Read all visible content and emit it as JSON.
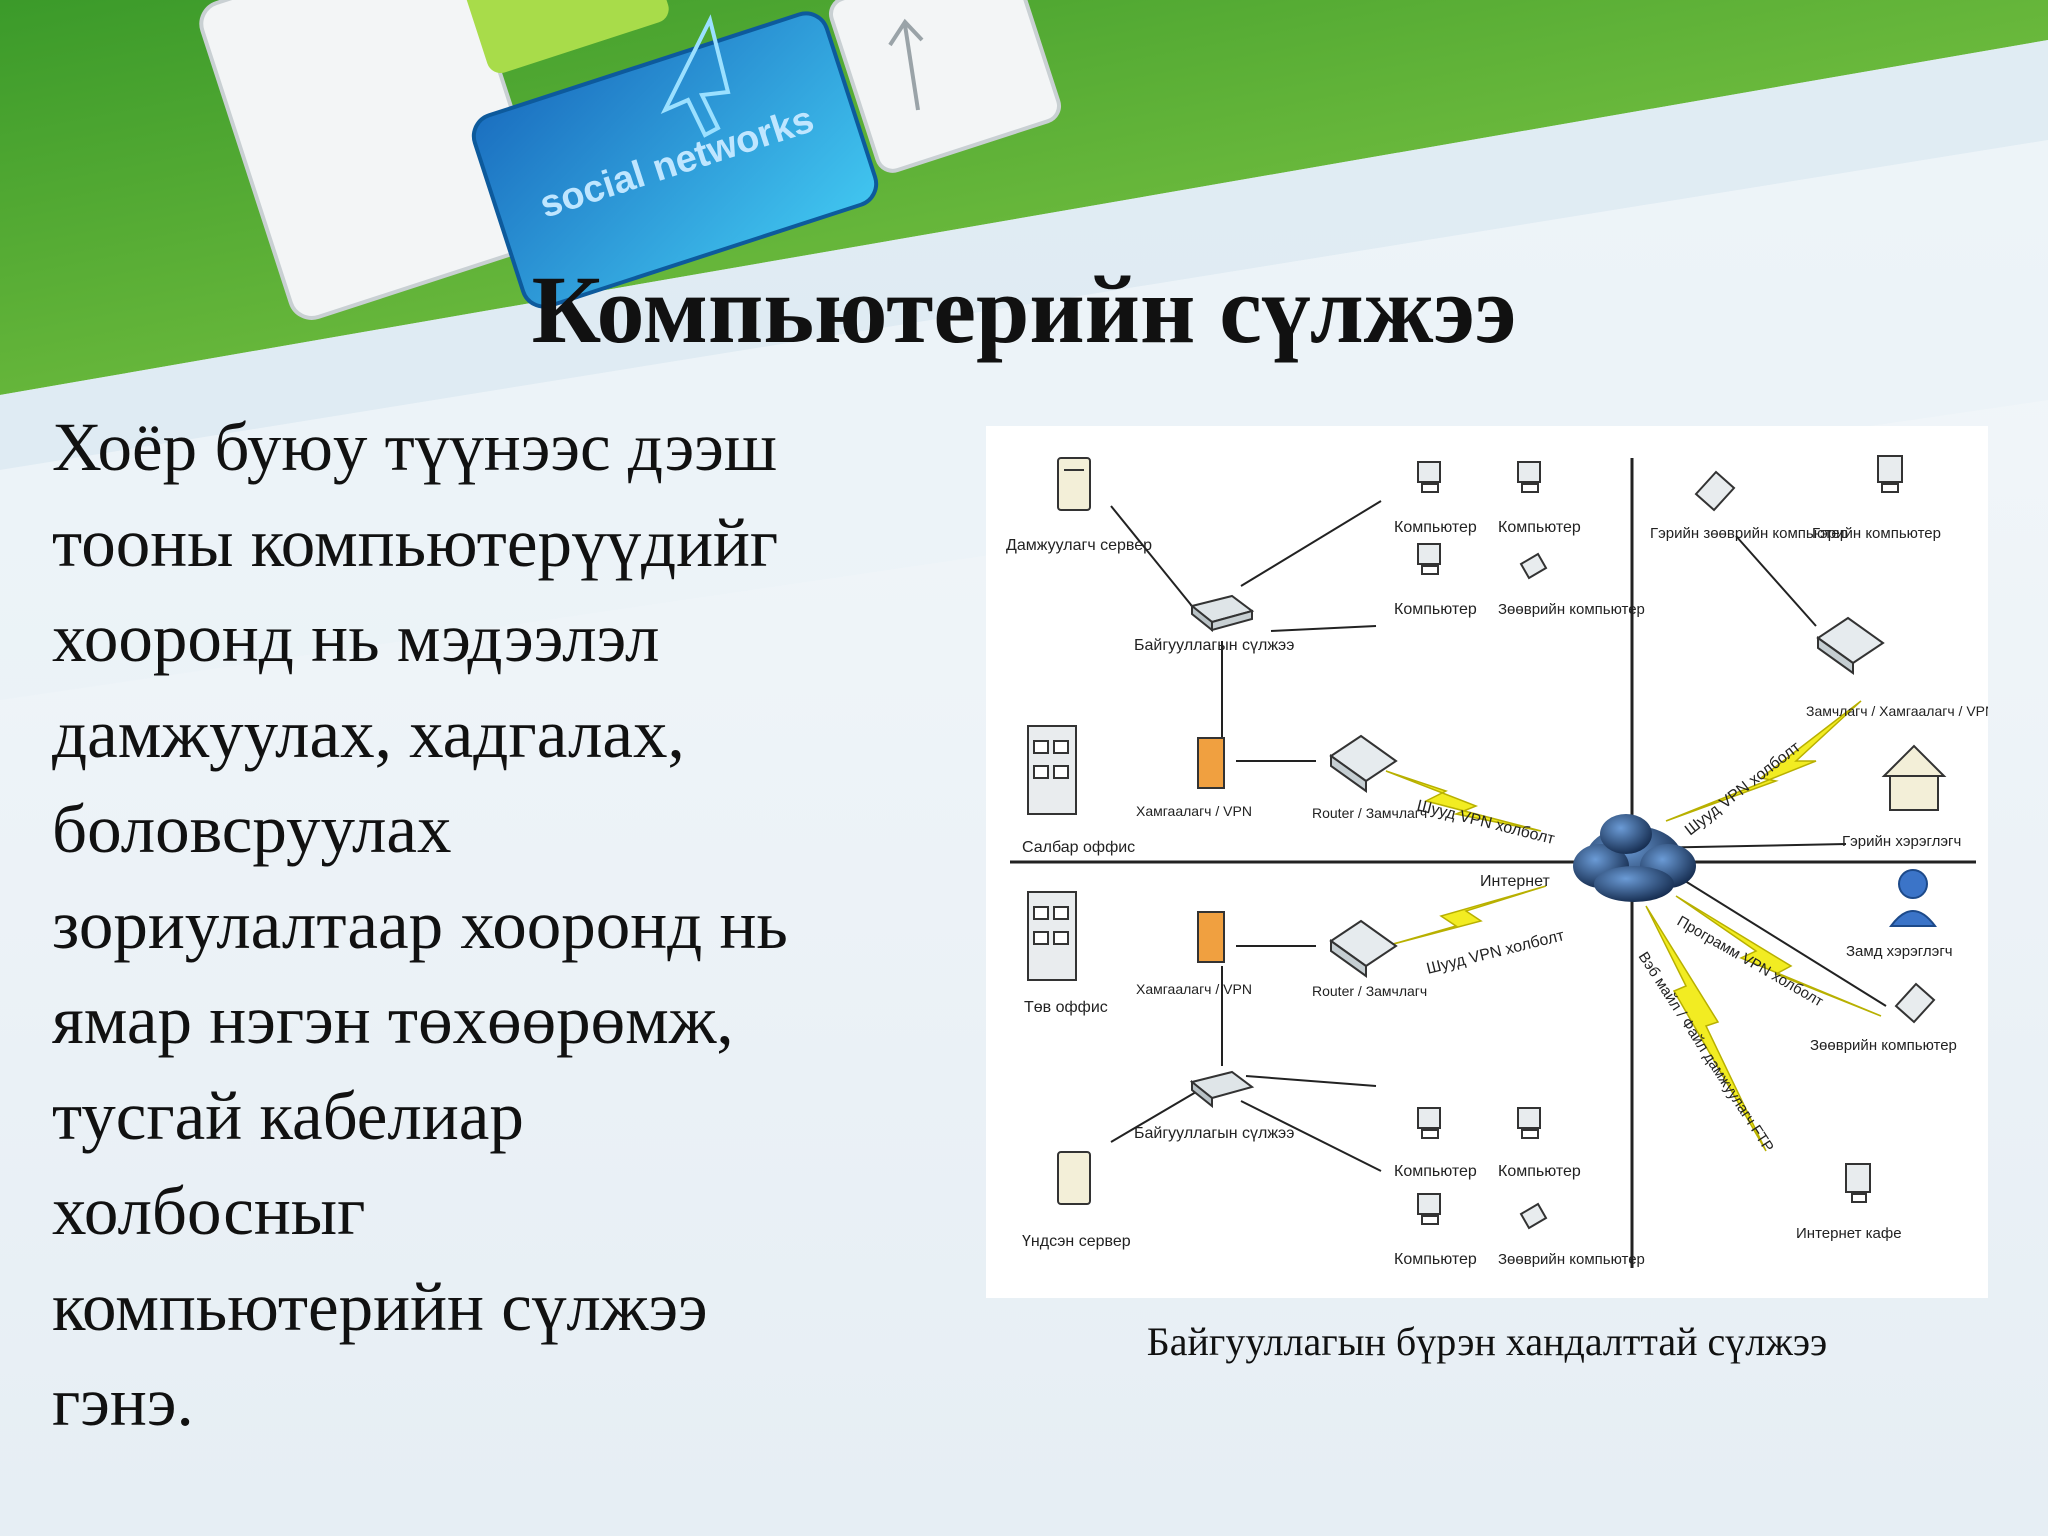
{
  "slide": {
    "title": "Компьютерийн сүлжээ",
    "body_lines": [
      "Хоёр буюу түүнээс дээш",
      "тооны компьютерүүдийг",
      "хооронд нь мэдээлэл",
      "дамжуулах, хадгалах,",
      "боловсруулах",
      "зориулалтаар хооронд нь",
      "ямар нэгэн төхөөрөмж,",
      "тусгай кабелиар",
      "холбосныг",
      "компьютерийн сүлжээ",
      "гэнэ."
    ],
    "key_label": "social networks",
    "caption": "Байгууллагын бүрэн хандалттай сүлжээ"
  },
  "diagram": {
    "labels": {
      "relay_server": "Дамжуулагч сервер",
      "org_network_top": "Байгууллагын сүлжээ",
      "computer_1": "Компьютер",
      "computer_2": "Компьютер",
      "computer_3": "Компьютер",
      "laptop_top": "Зөөврийн компьютер",
      "branch_office": "Салбар оффис",
      "firewall_top": "Хамгаалагч / VPN",
      "router_top": "Router / Замчлагч",
      "vpn_top": "Шууд VPN холболт",
      "internet": "Интернет",
      "head_office": "Төв оффис",
      "firewall_bottom": "Хамгаалагч / VPN",
      "router_bottom": "Router / Замчлагч",
      "vpn_bottom": "Шууд VPN холболт",
      "org_network_bottom": "Байгууллагын сүлжээ",
      "main_server": "Үндсэн сервер",
      "computer_4": "Компьютер",
      "computer_5": "Компьютер",
      "computer_6": "Компьютер",
      "laptop_bottom": "Зөөврийн компьютер",
      "home_laptop": "Гэрийн зөөврийн компьютер",
      "home_computer": "Гэрийн компьютер",
      "home_router": "Замчлагч / Хамгаалагч / VPN",
      "vpn_right": "Шууд VPN холболт",
      "home_user": "Гэрийн хэрэглэгч",
      "remote_user": "Замд хэрэглэгч",
      "program_vpn": "Программ VPN холболт",
      "remote_laptop": "Зөөврийн компьютер",
      "web_ftp": "Вэб майл / Файл дамжуулагч FTP",
      "internet_cafe": "Интернет кафе"
    }
  },
  "colors": {
    "green": "#6cc13a",
    "key_blue": "#1e9ad8",
    "cloud": "#1f3f6e",
    "bolt": "#f2ec22",
    "firewall": "#f0a040"
  }
}
